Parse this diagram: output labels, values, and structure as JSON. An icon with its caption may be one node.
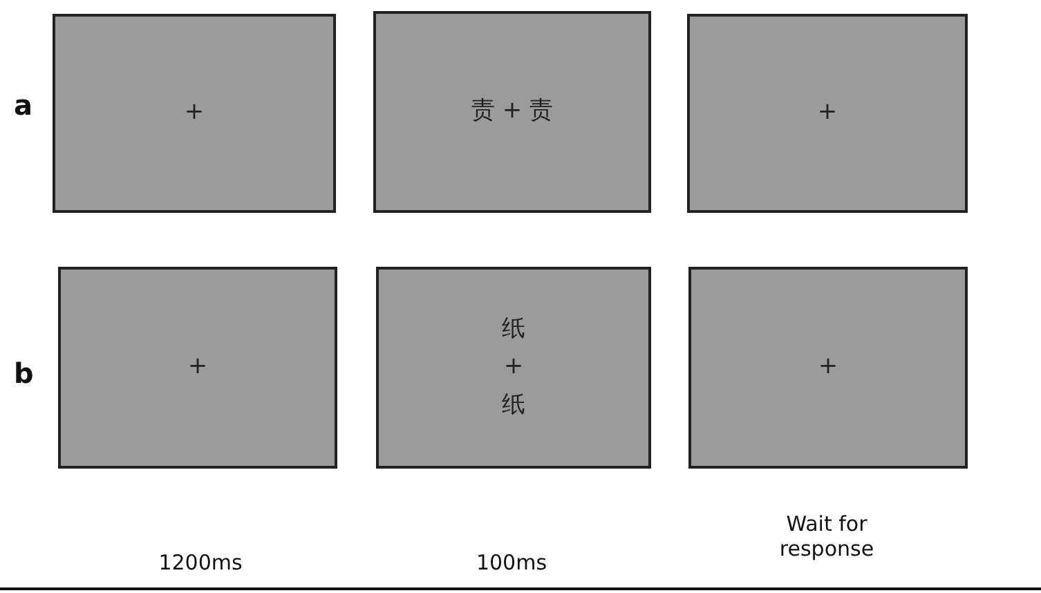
{
  "diagram": {
    "nodes": [
      {
        "text": [
          "+"
        ]
      },
      {
        "text": [
          "责 + 责"
        ]
      },
      {
        "text": [
          "+"
        ]
      },
      {
        "text": [
          "+"
        ]
      },
      {
        "text": [
          "纸 + 纸"
        ]
      },
      {
        "text": [
          "+"
        ]
      }
    ],
    "labels": [
      "a",
      "b",
      "1200ms",
      "100ms",
      "Wait for response"
    ]
  }
}
